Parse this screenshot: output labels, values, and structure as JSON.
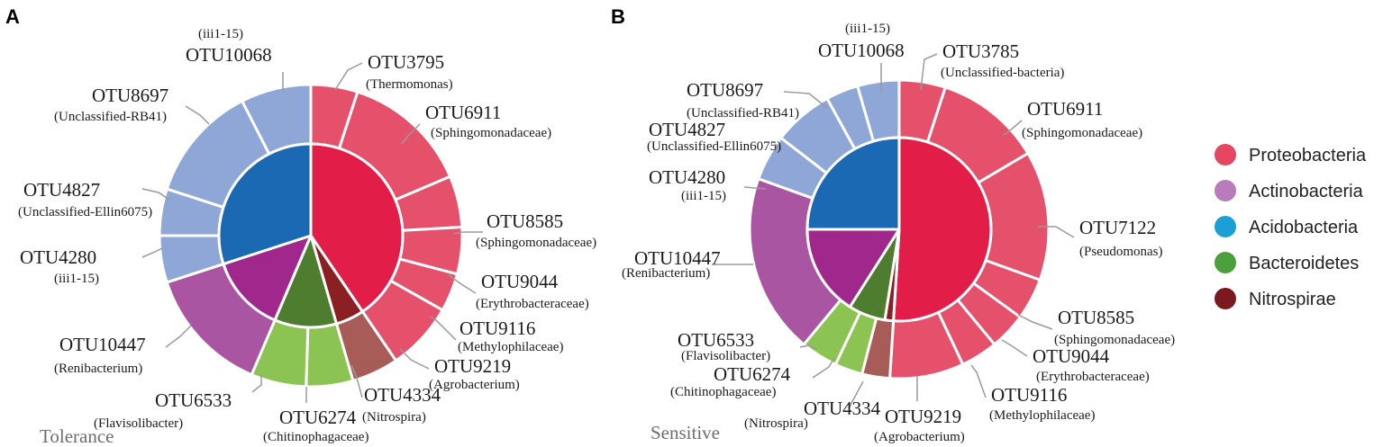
{
  "chart_data": [
    {
      "type": "pie",
      "panel": "A",
      "label": "Tolerance",
      "inner_ring": [
        {
          "phylum": "Proteobacteria",
          "value": 40.5
        },
        {
          "phylum": "Nitrospirae",
          "value": 5.0
        },
        {
          "phylum": "Bacteroidetes",
          "value": 10.9
        },
        {
          "phylum": "Actinobacteria",
          "value": 13.6
        },
        {
          "phylum": "Acidobacteria",
          "value": 30.0
        }
      ],
      "outer_ring": [
        {
          "otu": "OTU3795",
          "taxon": "(Thermomonas)",
          "phylum": "Proteobacteria",
          "value": 5.0
        },
        {
          "otu": "OTU6911",
          "taxon": "(Sphingomonadaceae)",
          "phylum": "Proteobacteria",
          "value": 13.6
        },
        {
          "otu": "OTU8585",
          "taxon": "(Sphingomonadaceae)",
          "phylum": "Proteobacteria",
          "value": 5.5
        },
        {
          "otu": "OTU9044",
          "taxon": "(Erythrobacteraceae)",
          "phylum": "Proteobacteria",
          "value": 5.0
        },
        {
          "otu": "OTU9116",
          "taxon": "(Methylophilaceae)",
          "phylum": "Proteobacteria",
          "value": 4.1
        },
        {
          "otu": "OTU9219",
          "taxon": "(Agrobacterium)",
          "phylum": "Proteobacteria",
          "value": 7.3
        },
        {
          "otu": "OTU4334",
          "taxon": "(Nitrospira)",
          "phylum": "Nitrospirae",
          "value": 5.0
        },
        {
          "otu": "OTU6274",
          "taxon": "(Chitinophagaceae)",
          "phylum": "Bacteroidetes",
          "value": 5.0
        },
        {
          "otu": "OTU6533",
          "taxon": "(Flavisolibacter)",
          "phylum": "Bacteroidetes",
          "value": 5.9
        },
        {
          "otu": "OTU10447",
          "taxon": "(Renibacterium)",
          "phylum": "Actinobacteria",
          "value": 13.6
        },
        {
          "otu": "OTU4280",
          "taxon": "(iii1-15)",
          "phylum": "Acidobacteria",
          "value": 5.0
        },
        {
          "otu": "OTU4827",
          "taxon": "(Unclassified-Ellin6075)",
          "phylum": "Acidobacteria",
          "value": 5.0
        },
        {
          "otu": "OTU8697",
          "taxon": "(Unclassified-RB41)",
          "phylum": "Acidobacteria",
          "value": 12.5
        },
        {
          "otu": "OTU10068",
          "taxon": "(iii1-15)",
          "phylum": "Acidobacteria",
          "value": 7.5
        }
      ]
    },
    {
      "type": "pie",
      "panel": "B",
      "label": "Sensitive",
      "inner_ring": [
        {
          "phylum": "Proteobacteria",
          "value": 51.0
        },
        {
          "phylum": "Nitrospirae",
          "value": 1.5
        },
        {
          "phylum": "Bacteroidetes",
          "value": 6.5
        },
        {
          "phylum": "Actinobacteria",
          "value": 16.0
        },
        {
          "phylum": "Acidobacteria",
          "value": 25.0
        }
      ],
      "outer_ring": [
        {
          "otu": "OTU3785",
          "taxon": "(Unclassified-bacteria)",
          "phylum": "Proteobacteria",
          "value": 5.0
        },
        {
          "otu": "OTU6911",
          "taxon": "(Sphingomonadaceae)",
          "phylum": "Proteobacteria",
          "value": 11.5
        },
        {
          "otu": "OTU7122",
          "taxon": "(Pseudomonas)",
          "phylum": "Proteobacteria",
          "value": 14.0
        },
        {
          "otu": "OTU8585",
          "taxon": "(Sphingomonadaceae)",
          "phylum": "Proteobacteria",
          "value": 4.5
        },
        {
          "otu": "OTU9044",
          "taxon": "(Erythrobacteraceae)",
          "phylum": "Proteobacteria",
          "value": 4.0
        },
        {
          "otu": "OTU9116",
          "taxon": "(Methylophilaceae)",
          "phylum": "Proteobacteria",
          "value": 4.0
        },
        {
          "otu": "OTU9219",
          "taxon": "(Agrobacterium)",
          "phylum": "Proteobacteria",
          "value": 8.0
        },
        {
          "otu": "OTU4334",
          "taxon": "(Nitrospira)",
          "phylum": "Nitrospirae",
          "value": 3.0
        },
        {
          "otu": "OTU6274",
          "taxon": "(Chitinophagaceae)",
          "phylum": "Bacteroidetes",
          "value": 3.0
        },
        {
          "otu": "OTU6533",
          "taxon": "(Flavisolibacter)",
          "phylum": "Bacteroidetes",
          "value": 4.0
        },
        {
          "otu": "OTU10447",
          "taxon": "(Renibacterium)",
          "phylum": "Actinobacteria",
          "value": 19.5
        },
        {
          "otu": "OTU4280",
          "taxon": "(iii1-15)",
          "phylum": "Acidobacteria",
          "value": 5.0
        },
        {
          "otu": "OTU4827",
          "taxon": "(Unclassified-Ellin6075)",
          "phylum": "Acidobacteria",
          "value": 6.5
        },
        {
          "otu": "OTU8697",
          "taxon": "(Unclassified-RB41)",
          "phylum": "Acidobacteria",
          "value": 3.5
        },
        {
          "otu": "OTU10068",
          "taxon": "(iii1-15)",
          "phylum": "Acidobacteria",
          "value": 4.5
        }
      ]
    }
  ],
  "legend": [
    {
      "name": "Proteobacteria",
      "color": "#e4475f"
    },
    {
      "name": "Actinobacteria",
      "color": "#b87bbb"
    },
    {
      "name": "Acidobacteria",
      "color": "#1aa0d6"
    },
    {
      "name": "Bacteroidetes",
      "color": "#4aa03a"
    },
    {
      "name": "Nitrospirae",
      "color": "#7b1a1e"
    }
  ],
  "colors": {
    "inner": {
      "Proteobacteria": "#e11d48",
      "Nitrospirae": "#8b2024",
      "Bacteroidetes": "#4f7d2f",
      "Actinobacteria": "#a0288c",
      "Acidobacteria": "#1b69b3"
    },
    "outer": {
      "Proteobacteria": "#e5516b",
      "Nitrospirae": "#a75c58",
      "Bacteroidetes": "#8cc453",
      "Actinobacteria": "#aa55a2",
      "Acidobacteria": "#8ea7d6"
    }
  }
}
